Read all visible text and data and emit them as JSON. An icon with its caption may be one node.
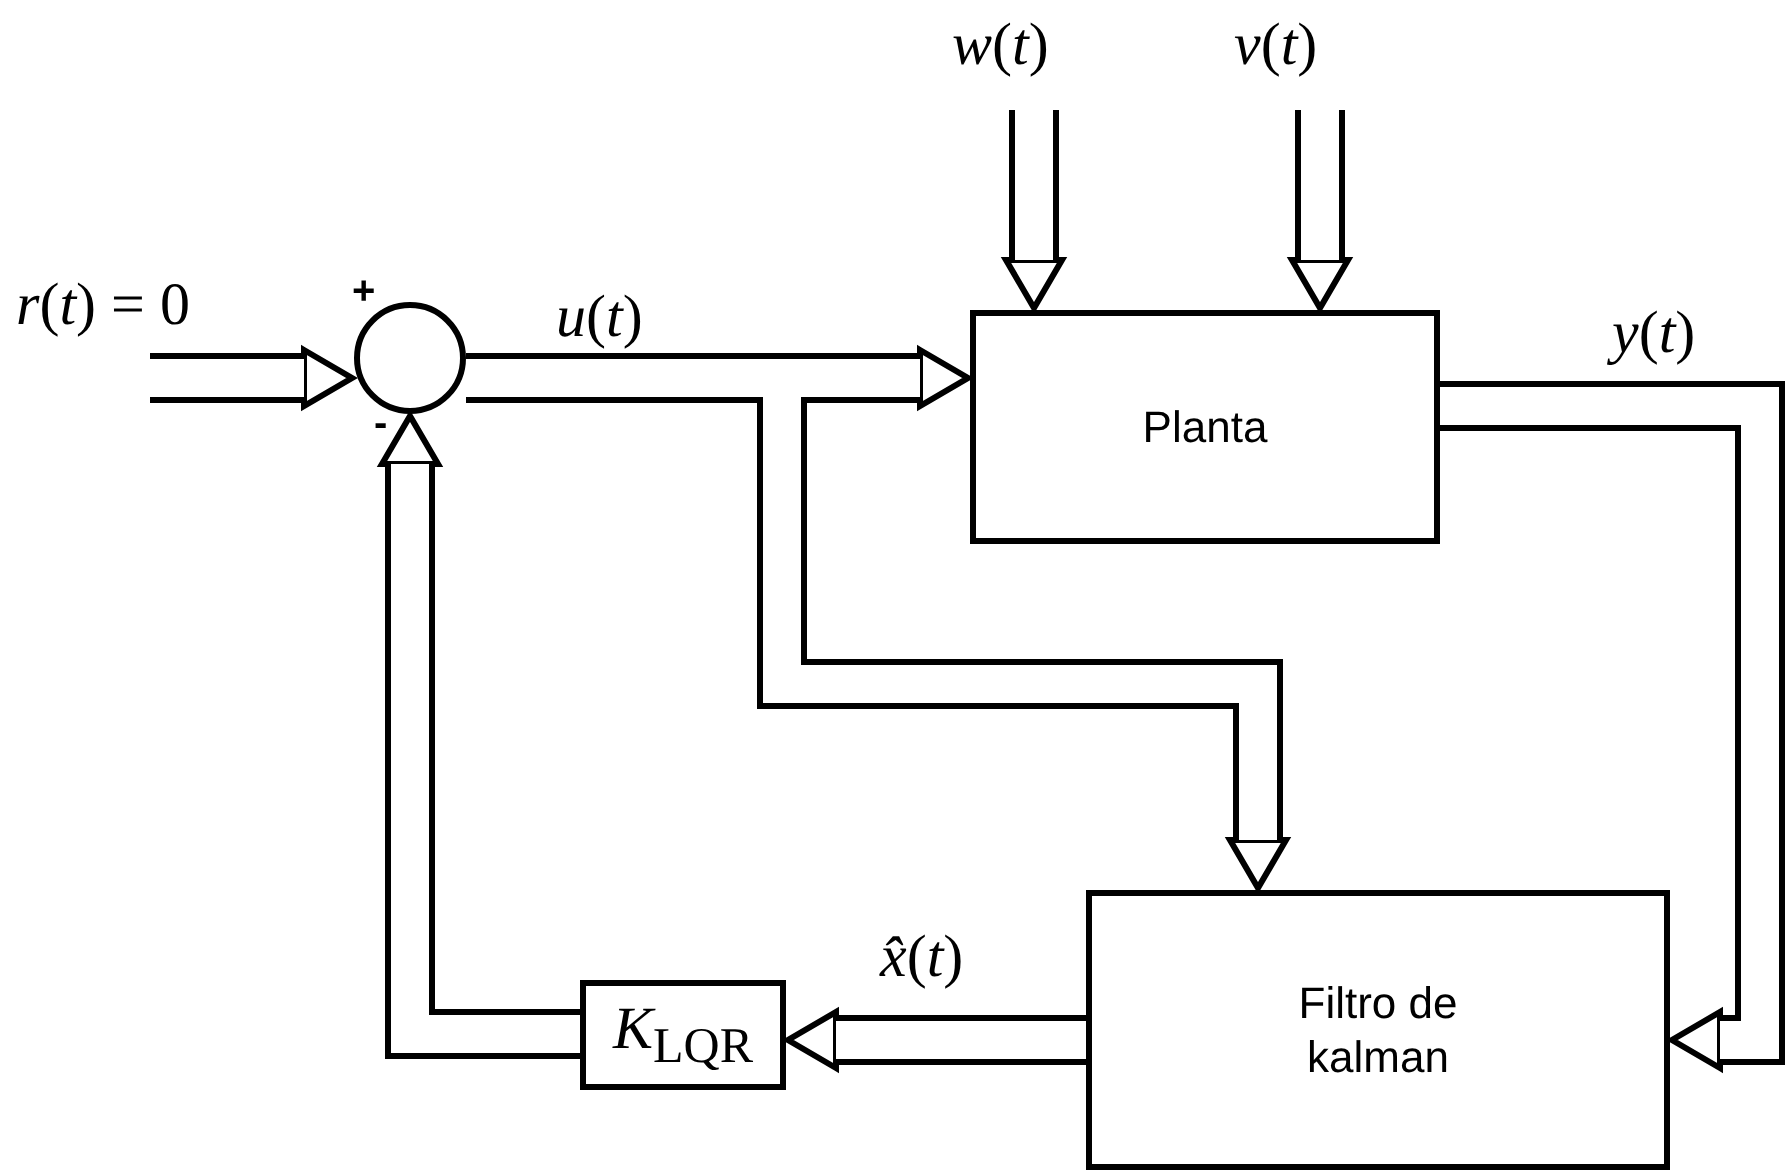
{
  "diagram": {
    "nodes": [
      {
        "text": [],
        "shape": "circle",
        "beside": [
          "+",
          "-"
        ]
      },
      {
        "text": [
          "Planta"
        ]
      },
      {
        "text": [
          "Filtro de kalman"
        ]
      },
      {
        "text": [
          "*K*$_{LQR}$"
        ]
      }
    ],
    "edges": [
      {
        "from": null,
        "to": 0,
        "arrow": "to",
        "label": "*r*(*t*) = 0"
      },
      {
        "from": 0,
        "to": 1,
        "arrow": "to",
        "label": "*u*(*t*)"
      },
      {
        "from": 0,
        "to": 2,
        "arrow": "to"
      },
      {
        "from": null,
        "to": 1,
        "arrow": "to",
        "label": "*w*(*t*)"
      },
      {
        "from": null,
        "to": 1,
        "arrow": "to",
        "label": "*v*(*t*)"
      },
      {
        "from": 1,
        "to": 2,
        "arrow": "to",
        "label": "*y*(*t*)"
      },
      {
        "from": 2,
        "to": 3,
        "arrow": "to",
        "label": "*x̂*(*t*)"
      },
      {
        "from": 3,
        "to": 0,
        "arrow": "to"
      }
    ]
  }
}
